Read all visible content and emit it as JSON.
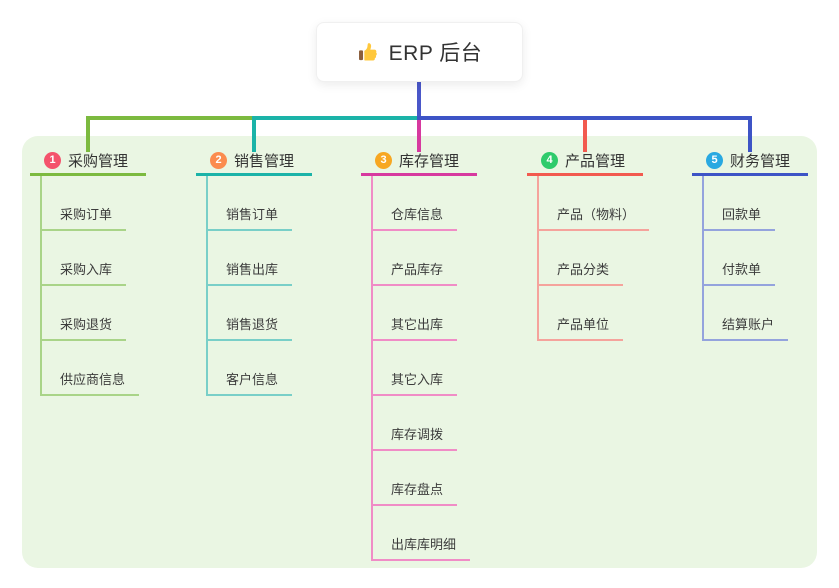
{
  "root": {
    "title": "ERP 后台",
    "icon": "thumbs-up-icon",
    "icon_colors": {
      "hand": "#FFC83D",
      "cuff": "#8B5E3C"
    }
  },
  "canvas": {
    "background": "#FFFFFF",
    "panel_background": "#EAF6E3"
  },
  "connector": {
    "root_drop_color": "#4A57C9",
    "bus_colors": [
      "#7CBA3F",
      "#1BB3A8",
      "#3D54C6"
    ]
  },
  "branches": [
    {
      "number": "1",
      "label": "采购管理",
      "badge_color": "#F4536C",
      "color": "#7CBA3F",
      "light_color": "#A9D488",
      "children": [
        "采购订单",
        "采购入库",
        "采购退货",
        "供应商信息"
      ]
    },
    {
      "number": "2",
      "label": "销售管理",
      "badge_color": "#FB8C4F",
      "color": "#1BB3A8",
      "light_color": "#79CFC8",
      "children": [
        "销售订单",
        "销售出库",
        "销售退货",
        "客户信息"
      ]
    },
    {
      "number": "3",
      "label": "库存管理",
      "badge_color": "#F7A722",
      "color": "#D7399F",
      "light_color": "#F08CC6",
      "children": [
        "仓库信息",
        "产品库存",
        "其它出库",
        "其它入库",
        "库存调拨",
        "库存盘点",
        "出库库明细"
      ]
    },
    {
      "number": "4",
      "label": "产品管理",
      "badge_color": "#2FCB6C",
      "color": "#F25A4F",
      "light_color": "#F5A39C",
      "children": [
        "产品（物料）",
        "产品分类",
        "产品单位"
      ]
    },
    {
      "number": "5",
      "label": "财务管理",
      "badge_color": "#29A9E1",
      "color": "#3D54C6",
      "light_color": "#94A3DD",
      "children": [
        "回款单",
        "付款单",
        "结算账户"
      ]
    }
  ]
}
